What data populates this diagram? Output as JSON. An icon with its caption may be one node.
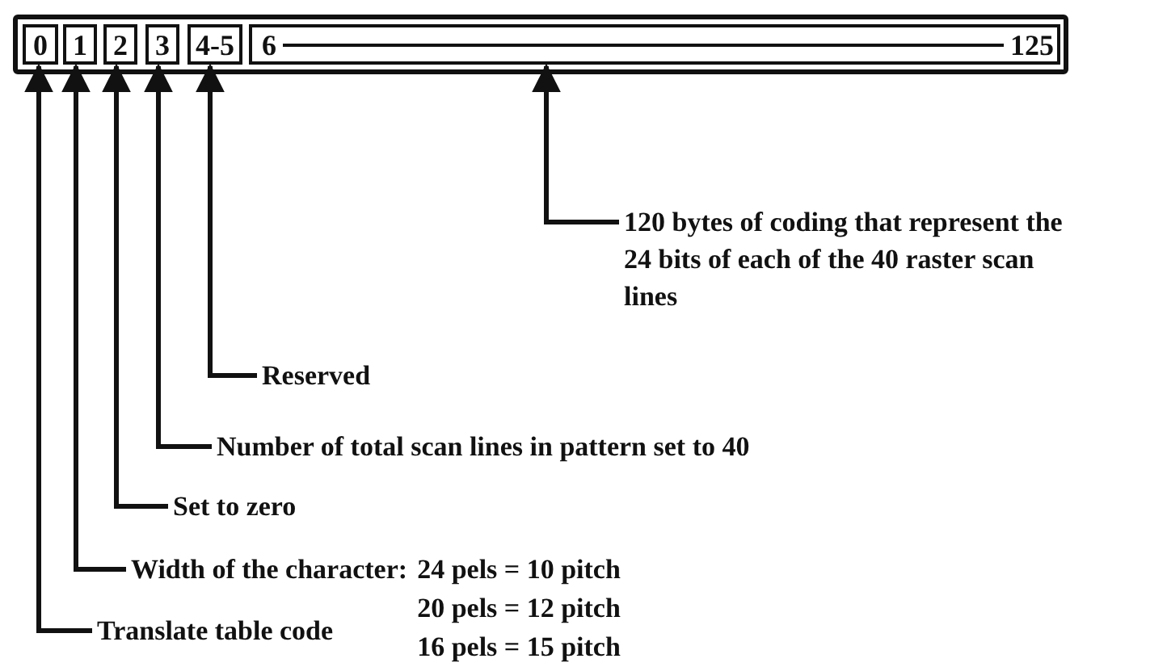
{
  "diagram": {
    "nodes": [
      {
        "text": [],
        "shape": "box"
      },
      {
        "text": [
          "0"
        ],
        "in": 0
      },
      {
        "text": [
          "1"
        ],
        "in": 0
      },
      {
        "text": [
          "2"
        ],
        "in": 0
      },
      {
        "text": [
          "3"
        ],
        "in": 0
      },
      {
        "text": [
          "4-5"
        ],
        "in": 0
      },
      {
        "text": [
          "6",
          "125"
        ],
        "in": 0
      },
      {
        "text": [
          "120 bytes of coding that represent the 24 bits of each of the 40 raster scan lines"
        ]
      },
      {
        "text": [
          "Reserved"
        ]
      },
      {
        "text": [
          "Number of total scan lines in pattern set to 40"
        ]
      },
      {
        "text": [
          "Set to zero"
        ]
      },
      {
        "text": [
          "Width of the character:"
        ],
        "beside": [
          "24 pels = 10 pitch",
          "20 pels = 12 pitch",
          "16 pels = 15 pitch"
        ]
      },
      {
        "text": [
          "Translate table code"
        ]
      }
    ],
    "edges": [
      {
        "from": 7,
        "to": 6,
        "arrow": "to"
      },
      {
        "from": 8,
        "to": 5,
        "arrow": "to"
      },
      {
        "from": 9,
        "to": 4,
        "arrow": "to"
      },
      {
        "from": 10,
        "to": 3,
        "arrow": "to"
      },
      {
        "from": 11,
        "to": 2,
        "arrow": "to"
      },
      {
        "from": 12,
        "to": 1,
        "arrow": "to"
      }
    ]
  }
}
